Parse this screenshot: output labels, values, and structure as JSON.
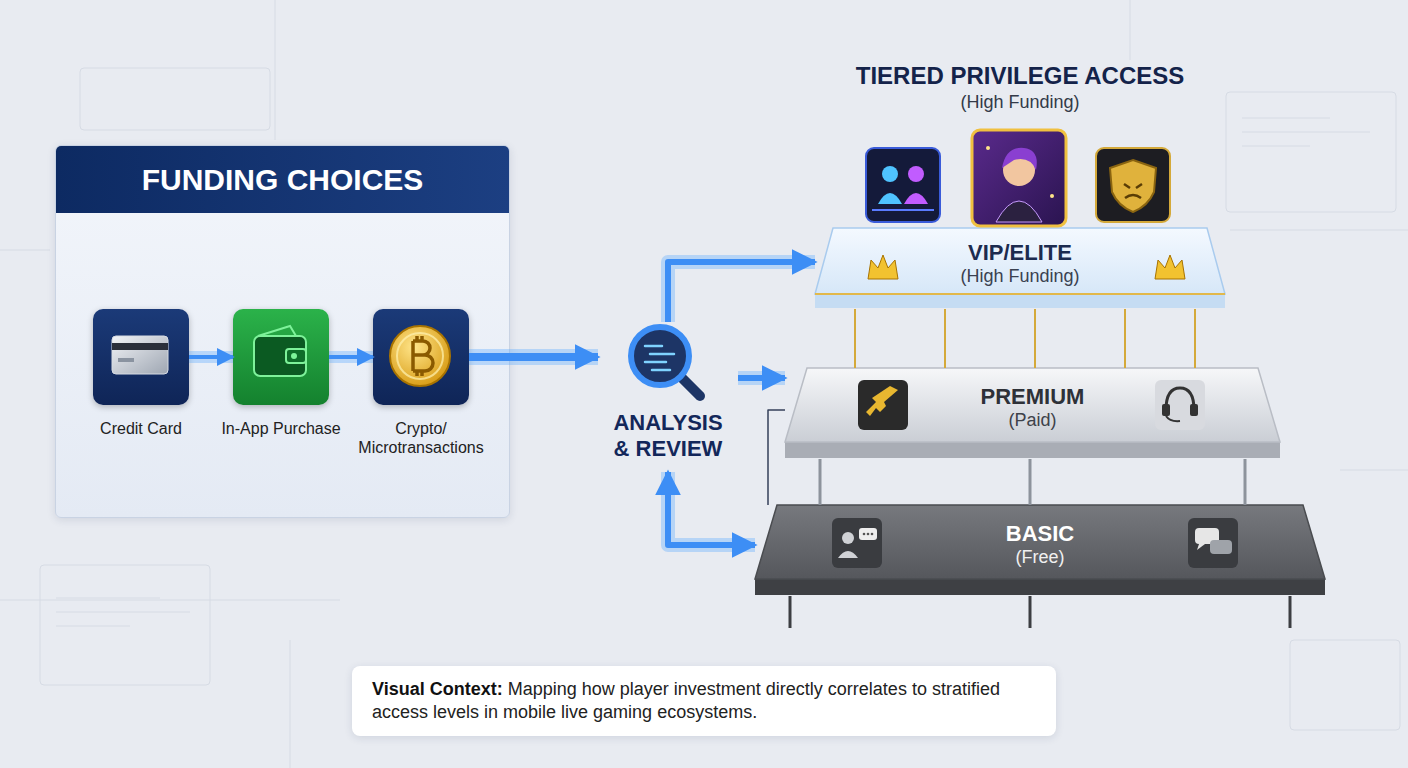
{
  "diagram": {
    "title": "TIERED PRIVILEGE ACCESS",
    "nodes": [
      {
        "text": [
          "FUNDING CHOICES"
        ]
      },
      {
        "text": [
          "Credit Card"
        ],
        "in": 0
      },
      {
        "text": [
          "In-App Purchase"
        ],
        "in": 0
      },
      {
        "text": [
          "Crypto/ Microtransactions"
        ],
        "in": 0
      },
      {
        "text": [
          "ANALYSIS & REVIEW"
        ]
      },
      {
        "text": [
          "VIP/ELITE",
          "(High Funding)"
        ]
      },
      {
        "text": [
          "PREMIUM",
          "(Paid)"
        ]
      },
      {
        "text": [
          "BASIC",
          "(Free)"
        ]
      },
      {
        "text": [
          "Visual Context:",
          "Mapping how player investment directly correlates to stratified access levels in mobile live gaming ecosystems."
        ]
      }
    ],
    "edges": [
      {
        "from": 1,
        "to": 2,
        "arrow": "to"
      },
      {
        "from": 2,
        "to": 3,
        "arrow": "to"
      },
      {
        "from": 3,
        "to": 4,
        "arrow": "to"
      },
      {
        "from": 4,
        "to": 5,
        "arrow": "to"
      },
      {
        "from": 4,
        "to": 6,
        "arrow": "to"
      },
      {
        "from": 4,
        "to": 7,
        "arrow": "both"
      },
      {
        "from": 6,
        "to": 7,
        "arrow": "none"
      }
    ],
    "labels": [
      "(High Funding)"
    ]
  }
}
